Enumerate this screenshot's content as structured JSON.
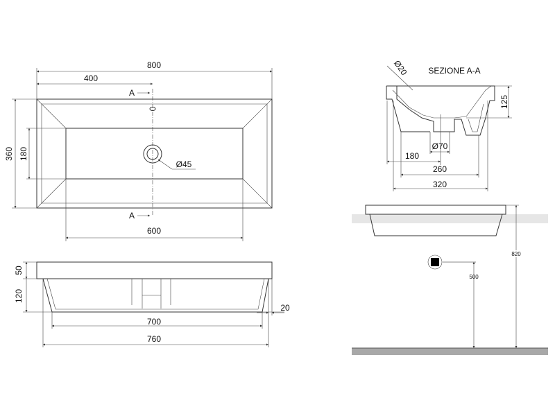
{
  "section_title": "SEZIONE A-A",
  "top_view": {
    "width": "800",
    "half_width": "400",
    "depth": "360",
    "inner_depth": "180",
    "inner_width": "600",
    "drain_diameter": "Ø45",
    "section_marker_top": "A",
    "section_marker_bottom": "A"
  },
  "front_view": {
    "rim_height": "50",
    "bowl_height": "120",
    "bottom_width": "700",
    "total_width": "760",
    "offset": "20"
  },
  "section_view": {
    "overflow_diameter": "Ø20",
    "depth": "125",
    "drain_diameter": "Ø70",
    "drain_offset": "180",
    "bottom_width": "260",
    "total_width": "320"
  },
  "install_view": {
    "basin_height": "820",
    "trap_height": "500"
  },
  "colors": {
    "line": "#333333",
    "counter": "#e6e6e6",
    "floor": "#a8a8a8"
  }
}
